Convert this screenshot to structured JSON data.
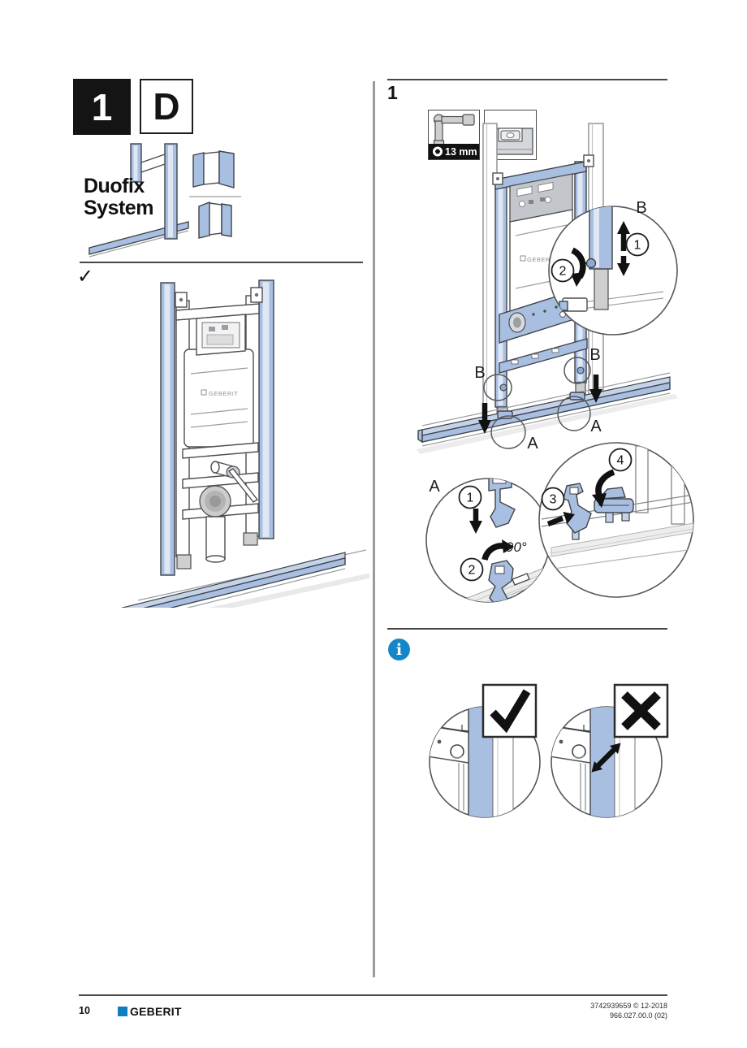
{
  "colors": {
    "profile_blue": "#a9bfe2",
    "profile_blue_light": "#c5d3ea",
    "info_blue": "#1587c8",
    "brand_blue": "#0e7ec0",
    "line_dark": "#3f4347"
  },
  "header_left": {
    "step_badge": "1",
    "variant_badge": "D",
    "product_line1": "Duofix",
    "product_line2": "System",
    "check_mark": "✓"
  },
  "left_illustration": {
    "cistern_label": "GEBERIT",
    "icons": {
      "rails": "duofix-rails-and-brackets-illustration",
      "frame": "duofix-frame-front-illustration"
    }
  },
  "right_panel": {
    "step_heading": "1",
    "tools": {
      "wrench_label": "13 mm",
      "wrench_icon": "socket-wrench-icon",
      "socket_icon": "hex-socket-icon",
      "level_icon": "spirit-level-icon"
    },
    "labels": {
      "b_detail": "B",
      "b_left": "B",
      "b_right": "B",
      "a_left": "A",
      "a_right": "A",
      "a_detail": "A",
      "angle": "90°"
    },
    "steps": {
      "one": "1",
      "two": "2",
      "three": "3",
      "four": "4"
    }
  },
  "info_section": {
    "icon_letter": "i",
    "icons": {
      "info": "info-icon",
      "correct": "check-icon",
      "incorrect": "cross-icon"
    }
  },
  "footer": {
    "page_number": "10",
    "brand": "GEBERIT",
    "doc_number": "3742939659 © 12-2018",
    "doc_version": "966.027.00.0 (02)"
  }
}
